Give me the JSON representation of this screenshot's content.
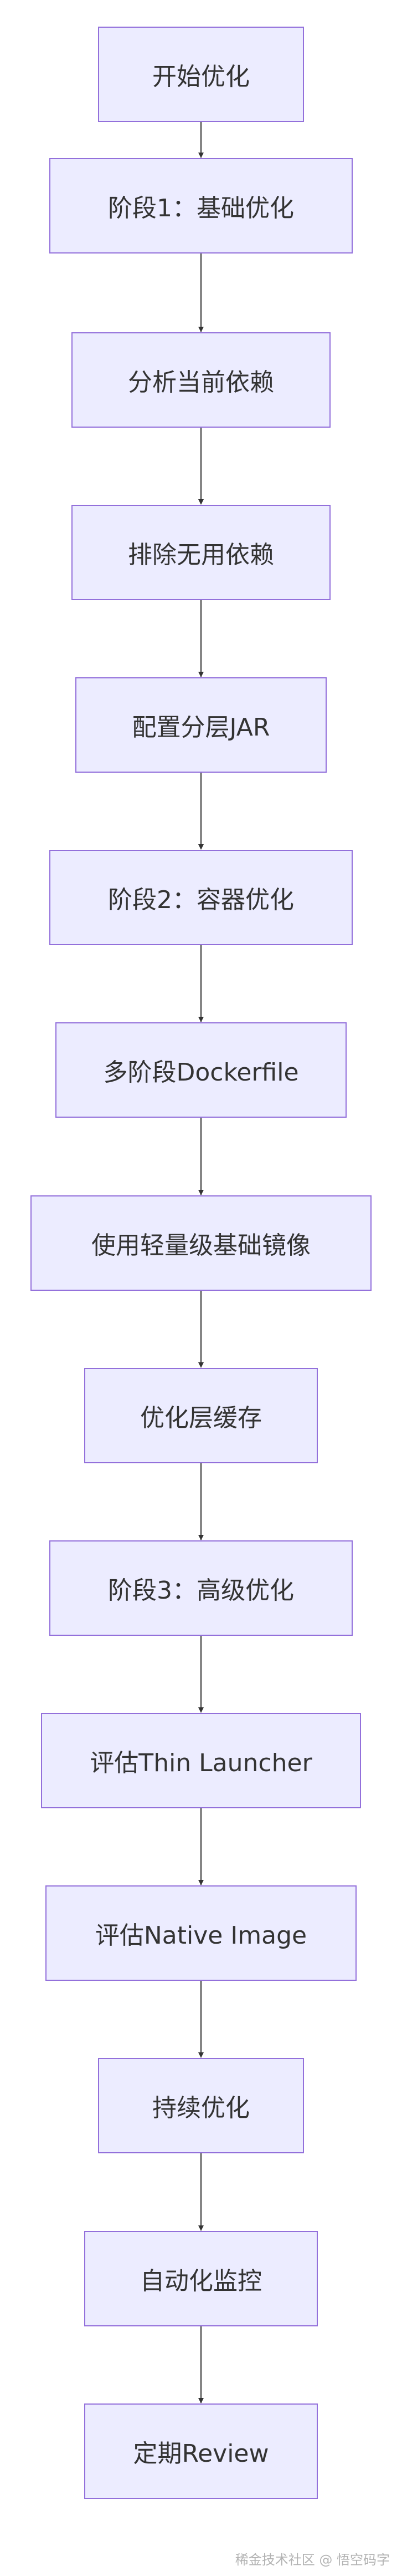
{
  "colors": {
    "node_fill": "#ECECFF",
    "node_border": "#9370DB",
    "edge": "#333333",
    "text": "#333333"
  },
  "nodes": [
    {
      "label": "开始优化"
    },
    {
      "label": "阶段1：基础优化"
    },
    {
      "label": "分析当前依赖"
    },
    {
      "label": "排除无用依赖"
    },
    {
      "label": "配置分层JAR"
    },
    {
      "label": "阶段2：容器优化"
    },
    {
      "label": "多阶段Dockerfile"
    },
    {
      "label": "使用轻量级基础镜像"
    },
    {
      "label": "优化层缓存"
    },
    {
      "label": "阶段3：高级优化"
    },
    {
      "label": "评估Thin Launcher"
    },
    {
      "label": "评估Native Image"
    },
    {
      "label": "持续优化"
    },
    {
      "label": "自动化监控"
    },
    {
      "label": "定期Review"
    }
  ],
  "watermark": "稀金技术社区 @ 悟空码字"
}
